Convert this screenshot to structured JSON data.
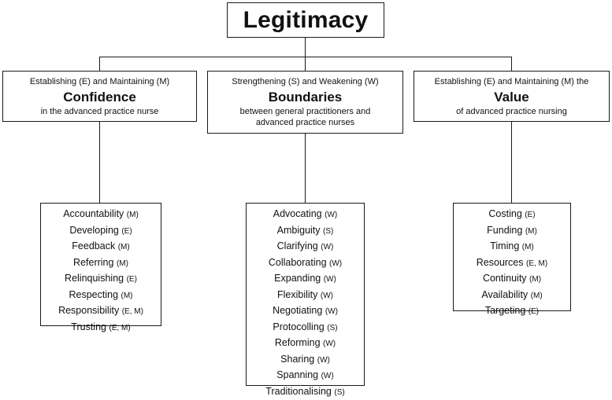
{
  "root": {
    "title": "Legitimacy"
  },
  "categories": [
    {
      "prefix": "Establishing (E) and Maintaining (M)",
      "name": "Confidence",
      "suffix": "in the advanced practice nurse",
      "items": [
        {
          "label": "Accountability",
          "code": "(M)"
        },
        {
          "label": "Developing",
          "code": "(E)"
        },
        {
          "label": "Feedback",
          "code": "(M)"
        },
        {
          "label": "Referring",
          "code": "(M)"
        },
        {
          "label": "Relinquishing",
          "code": "(E)"
        },
        {
          "label": "Respecting",
          "code": "(M)"
        },
        {
          "label": "Responsibility",
          "code": "(E, M)"
        },
        {
          "label": "Trusting",
          "code": "(E, M)"
        }
      ]
    },
    {
      "prefix": "Strengthening (S) and Weakening (W)",
      "name": "Boundaries",
      "suffix_line1": "between general practitioners and",
      "suffix_line2": "advanced practice nurses",
      "items": [
        {
          "label": "Advocating",
          "code": "(W)"
        },
        {
          "label": "Ambiguity",
          "code": "(S)"
        },
        {
          "label": "Clarifying",
          "code": "(W)"
        },
        {
          "label": "Collaborating",
          "code": "(W)"
        },
        {
          "label": "Expanding",
          "code": "(W)"
        },
        {
          "label": "Flexibility",
          "code": "(W)"
        },
        {
          "label": "Negotiating",
          "code": "(W)"
        },
        {
          "label": "Protocolling",
          "code": "(S)"
        },
        {
          "label": "Reforming",
          "code": "(W)"
        },
        {
          "label": "Sharing",
          "code": "(W)"
        },
        {
          "label": "Spanning",
          "code": "(W)"
        },
        {
          "label": "Traditionalising",
          "code": "(S)"
        }
      ]
    },
    {
      "prefix": "Establishing (E) and Maintaining (M) the",
      "name": "Value",
      "suffix": "of advanced practice nursing",
      "items": [
        {
          "label": "Costing",
          "code": "(E)"
        },
        {
          "label": "Funding",
          "code": "(M)"
        },
        {
          "label": "Timing",
          "code": "(M)"
        },
        {
          "label": "Resources",
          "code": "(E, M)"
        },
        {
          "label": "Continuity",
          "code": "(M)"
        },
        {
          "label": "Availability",
          "code": "(M)"
        },
        {
          "label": "Targeting",
          "code": "(E)"
        }
      ]
    }
  ]
}
